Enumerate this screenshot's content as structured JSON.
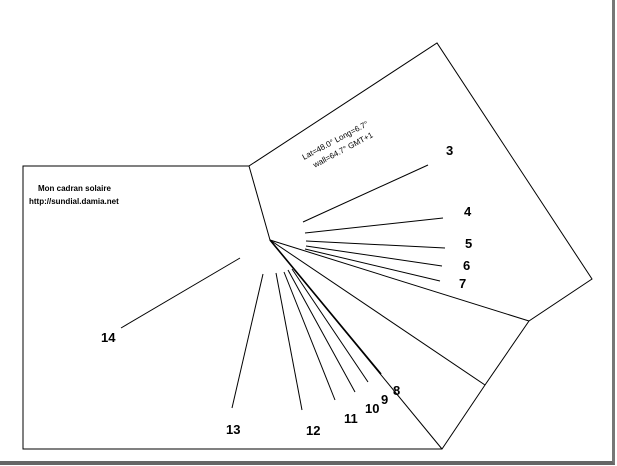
{
  "title": "Mon cadran solaire",
  "url": "http://sundial.damia.net",
  "params": {
    "line1": "Lat=48.0° Long=6.7°",
    "line2": "wall=64.7° GMT+1"
  },
  "hours": [
    "3",
    "4",
    "5",
    "6",
    "7",
    "8",
    "9",
    "10",
    "11",
    "12",
    "13",
    "14"
  ],
  "colors": {
    "line": "#000000",
    "background": "#ffffff"
  }
}
